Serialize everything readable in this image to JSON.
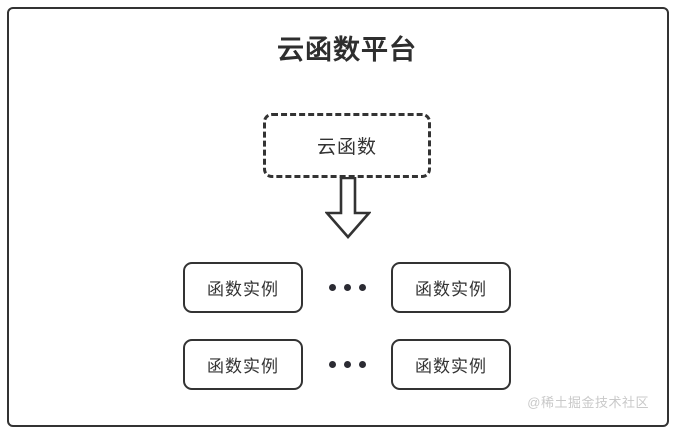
{
  "diagram": {
    "title": "云函数平台",
    "colors": {
      "stroke": "#333333",
      "title_text": "#2e2e2e",
      "node_fill": "#ffffff",
      "canvas": "#ffffff",
      "dot": "#2b2b33",
      "watermark_text": "#c9c9c9"
    },
    "cloud_function": {
      "label": "云函数",
      "border_style": "dashed"
    },
    "arrow": {
      "name": "down-block-arrow",
      "direction": "down",
      "style": "hollow-outline"
    },
    "instance_rows": [
      {
        "left": {
          "label": "函数实例"
        },
        "separator": {
          "label": "...",
          "dots": 3
        },
        "right": {
          "label": "函数实例"
        }
      },
      {
        "left": {
          "label": "函数实例"
        },
        "separator": {
          "label": "...",
          "dots": 3
        },
        "right": {
          "label": "函数实例"
        }
      }
    ],
    "watermark": "@稀土掘金技术社区"
  }
}
